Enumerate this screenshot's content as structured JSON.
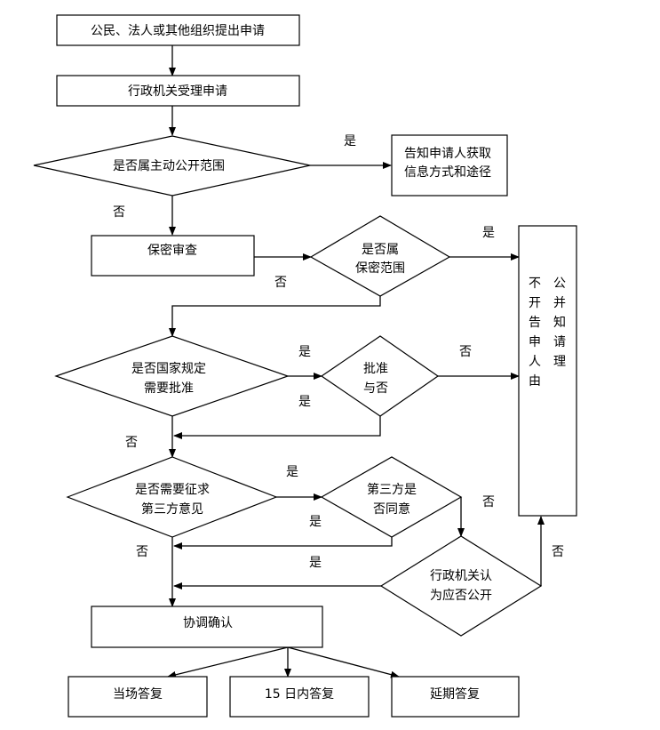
{
  "nodes": {
    "apply": "公民、法人或其他组织提出申请",
    "accept": "行政机关受理申请",
    "active_scope": "是否属主动公开范围",
    "notify_way_1": "告知申请人获取",
    "notify_way_2": "信息方式和途径",
    "secrecy_review": "保密审查",
    "secret_scope_1": "是否属",
    "secret_scope_2": "保密范围",
    "state_approval_1": "是否国家规定",
    "state_approval_2": "需要批准",
    "approved_1": "批准",
    "approved_2": "与否",
    "third_party_1": "是否需要征求",
    "third_party_2": "第三方意见",
    "third_agree_1": "第三方是",
    "third_agree_2": "否同意",
    "agency_decide_1": "行政机关认",
    "agency_decide_2": "为应否公开",
    "coordinate": "协调确认",
    "reply_now": "当场答复",
    "reply_15": "15 日内答复",
    "reply_delay": "延期答复",
    "refuse_col1": [
      "不",
      "开",
      "告",
      "申",
      "人",
      "由"
    ],
    "refuse_col2": [
      "公",
      "并",
      "知",
      "请",
      "理"
    ]
  },
  "labels": {
    "yes": "是",
    "no": "否"
  }
}
